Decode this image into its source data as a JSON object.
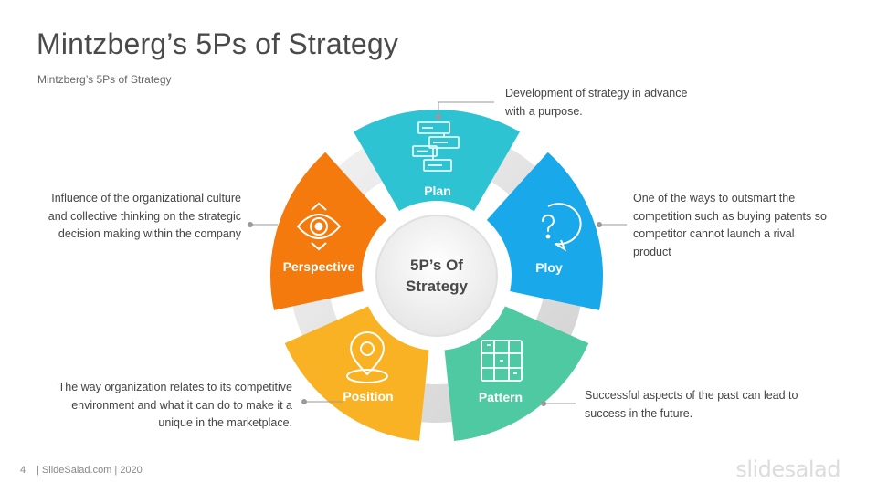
{
  "title": "Mintzberg’s 5Ps of Strategy",
  "subtitle": "Mintzberg’s  5Ps  of Strategy",
  "center": {
    "line1": "5P’s Of",
    "line2": "Strategy"
  },
  "segments": {
    "plan": {
      "label": "Plan",
      "color": "#2ec3d3",
      "icon": "flowchart-icon",
      "description": "Development  of  strategy  in advance with a  purpose."
    },
    "ploy": {
      "label": "Ploy",
      "color": "#19a9ea",
      "icon": "question-bubble-icon",
      "description": "One  of  the  ways  to  outsmart  the competition  such  as  buying  patents so competitor  cannot  launch  a rival product"
    },
    "pattern": {
      "label": "Pattern",
      "color": "#4fc9a1",
      "icon": "grid-pattern-icon",
      "description": "Successful  aspects  of the past can lead  to success in the future."
    },
    "position": {
      "label": "Position",
      "color": "#f9b224",
      "icon": "location-pin-icon",
      "description": "The  way organization  relates to its competitive environment  and  what  it can  do to make  it  a unique  in the marketplace."
    },
    "perspective": {
      "label": "Perspective",
      "color": "#f47a0d",
      "icon": "eye-icon",
      "description": "Influence  of  the organizational culture and collective thinking on the strategic decision  making within the company"
    }
  },
  "footer": {
    "page_number": "4",
    "source": "|  SlideSalad.com  |  2020",
    "brand": "slidesalad"
  }
}
